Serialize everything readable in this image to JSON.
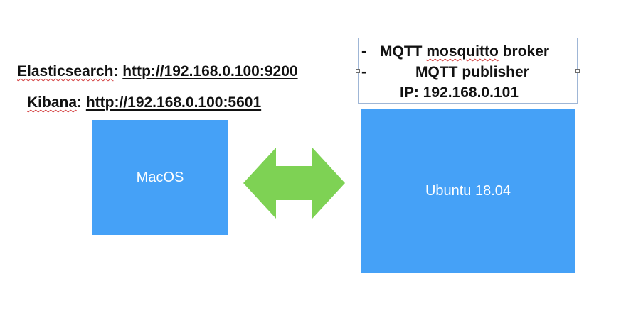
{
  "elasticsearch": {
    "name": "Elasticsearch",
    "separator": ": ",
    "url": "http://192.168.0.100:9200"
  },
  "kibana": {
    "name": "Kibana",
    "separator": ": ",
    "url": "http://192.168.0.100:5601"
  },
  "mac_box": {
    "label": "MacOS",
    "color": "#45a1f7"
  },
  "ubuntu_box": {
    "label": "Ubuntu 18.04",
    "color": "#45a1f7"
  },
  "arrow": {
    "icon": "double-headed-arrow-icon",
    "color": "#7ed254"
  },
  "ubuntu_notes": {
    "bullet": "-",
    "line1_prefix": "MQTT ",
    "line1_word": "mosquitto",
    "line1_suffix": " broker",
    "line2": "MQTT publisher",
    "line3": "IP: 192.168.0.101"
  }
}
